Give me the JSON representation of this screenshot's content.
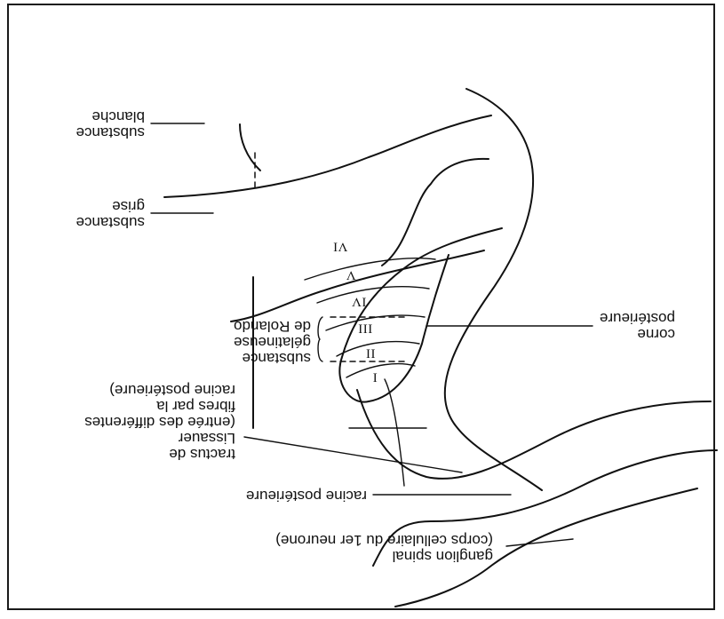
{
  "labels": {
    "spinal_ganglion": "ganglion spinal\n(corps cellulaire du 1er neurone)",
    "posterior_root": "racine postérieure",
    "lissauer_tract": "tractus de\nLissauer\n(entrée des différentes\nfibres par la\nracine postérieure)",
    "gelatinous_substance": "substance\ngélatineuse\nde Rolando",
    "posterior_horn": "corne\npostérieure",
    "gray_matter": "substance\ngrise",
    "white_matter": "substance\nblanche"
  },
  "laminae": [
    "I",
    "II",
    "III",
    "IV",
    "V",
    "VI"
  ]
}
